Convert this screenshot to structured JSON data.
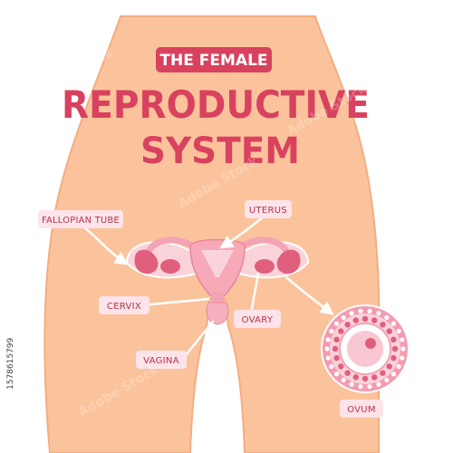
{
  "diagram": {
    "badge": "THE FEMALE",
    "title_line1": "REPRODUCTIVE",
    "title_line2": "SYSTEM",
    "labels": {
      "fallopian_tube": "FALLOPIAN TUBE",
      "uterus": "UTERUS",
      "cervix": "CERVIX",
      "ovary": "OVARY",
      "vagina": "VAGINA",
      "ovum": "OVUM"
    },
    "side_id": "1578615799",
    "watermark": "Adobe Stock"
  },
  "colors": {
    "skin": "#fbc39c",
    "skin_edge": "#f4ad82",
    "accent": "#d8425e",
    "label_bg": "#fde4ea",
    "label_text": "#b5344b",
    "organ_light": "#f7a9b8",
    "organ_dark": "#e05f7d",
    "arrow": "#ffffff"
  }
}
